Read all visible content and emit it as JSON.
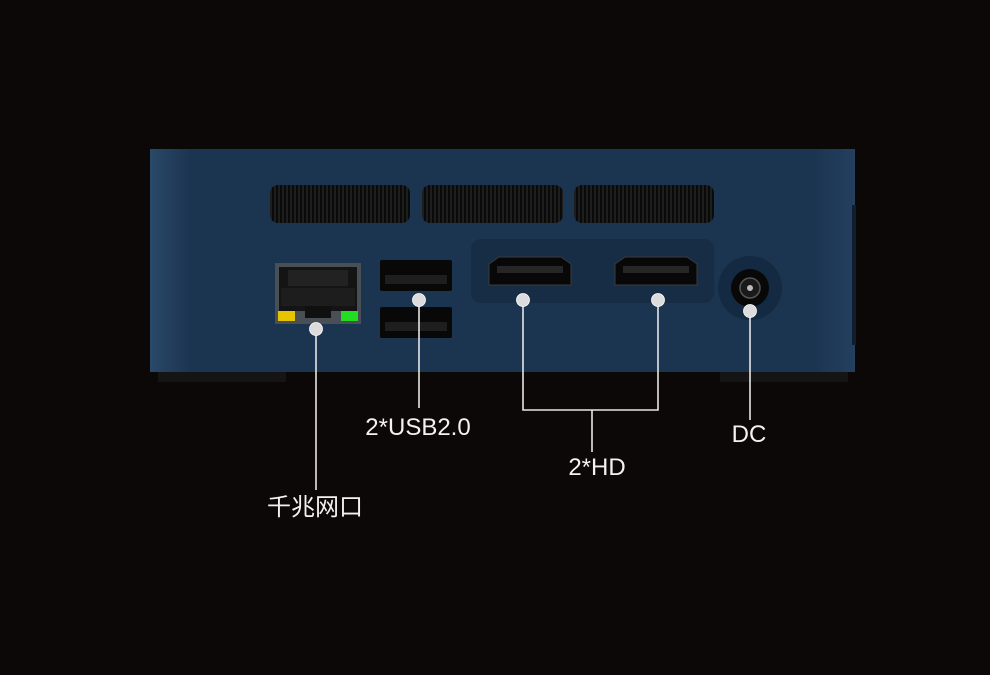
{
  "colors": {
    "background": "#0c0807",
    "chassis": "#1b3450",
    "chassis_dark": "#13263c",
    "port_black": "#080808",
    "leader_line": "#e6e6e6",
    "dot": "#dcdcdc",
    "led_yellow": "#e8c400",
    "led_green": "#22dd22"
  },
  "callouts": {
    "usb": {
      "label": "2*USB2.0",
      "icon": "usb-port-icon"
    },
    "hd": {
      "label": "2*HD",
      "icon": "hdmi-port-icon"
    },
    "dc": {
      "label": "DC",
      "icon": "dc-power-jack-icon"
    },
    "lan": {
      "label": "千兆网口",
      "icon": "ethernet-port-icon"
    }
  }
}
